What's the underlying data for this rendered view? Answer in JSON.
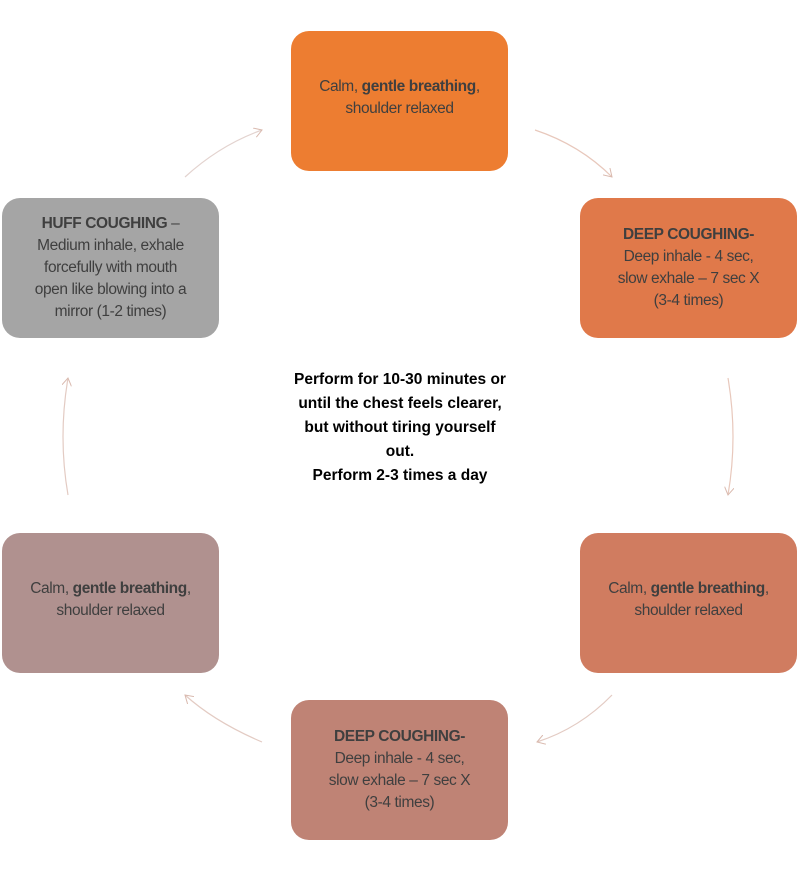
{
  "steps": [
    {
      "pre": "Calm, ",
      "bold": "gentle breathing",
      "post": ",",
      "line2": "shoulder relaxed",
      "color": "#ED7D31"
    },
    {
      "title": "DEEP COUGHING-",
      "lines": [
        "Deep inhale - 4 sec,",
        "slow exhale – 7 sec X",
        "(3-4 times)"
      ],
      "color": "#E0794A"
    },
    {
      "pre": "Calm, ",
      "bold": "gentle breathing",
      "post": ",",
      "line2": "shoulder relaxed",
      "color": "#D07C60"
    },
    {
      "title": "DEEP COUGHING-",
      "lines": [
        "Deep inhale - 4 sec,",
        "slow exhale – 7 sec X",
        "(3-4 times)"
      ],
      "color": "#BF8375"
    },
    {
      "pre": "Calm, ",
      "bold": "gentle breathing",
      "post": ",",
      "line2": "shoulder relaxed",
      "color": "#B0918F"
    },
    {
      "title": "HUFF COUGHING",
      "title_suffix": " –",
      "lines": [
        "Medium inhale, exhale",
        "forcefully with mouth",
        "open like blowing into a",
        "mirror (1-2 times)"
      ],
      "color": "#A5A5A5"
    }
  ],
  "center": {
    "lines": [
      "Perform for 10-30 minutes or",
      "until the chest feels clearer,",
      "but without tiring yourself",
      "out.",
      "Perform 2-3 times a day"
    ]
  },
  "arrow_color": "#E3CBC3"
}
